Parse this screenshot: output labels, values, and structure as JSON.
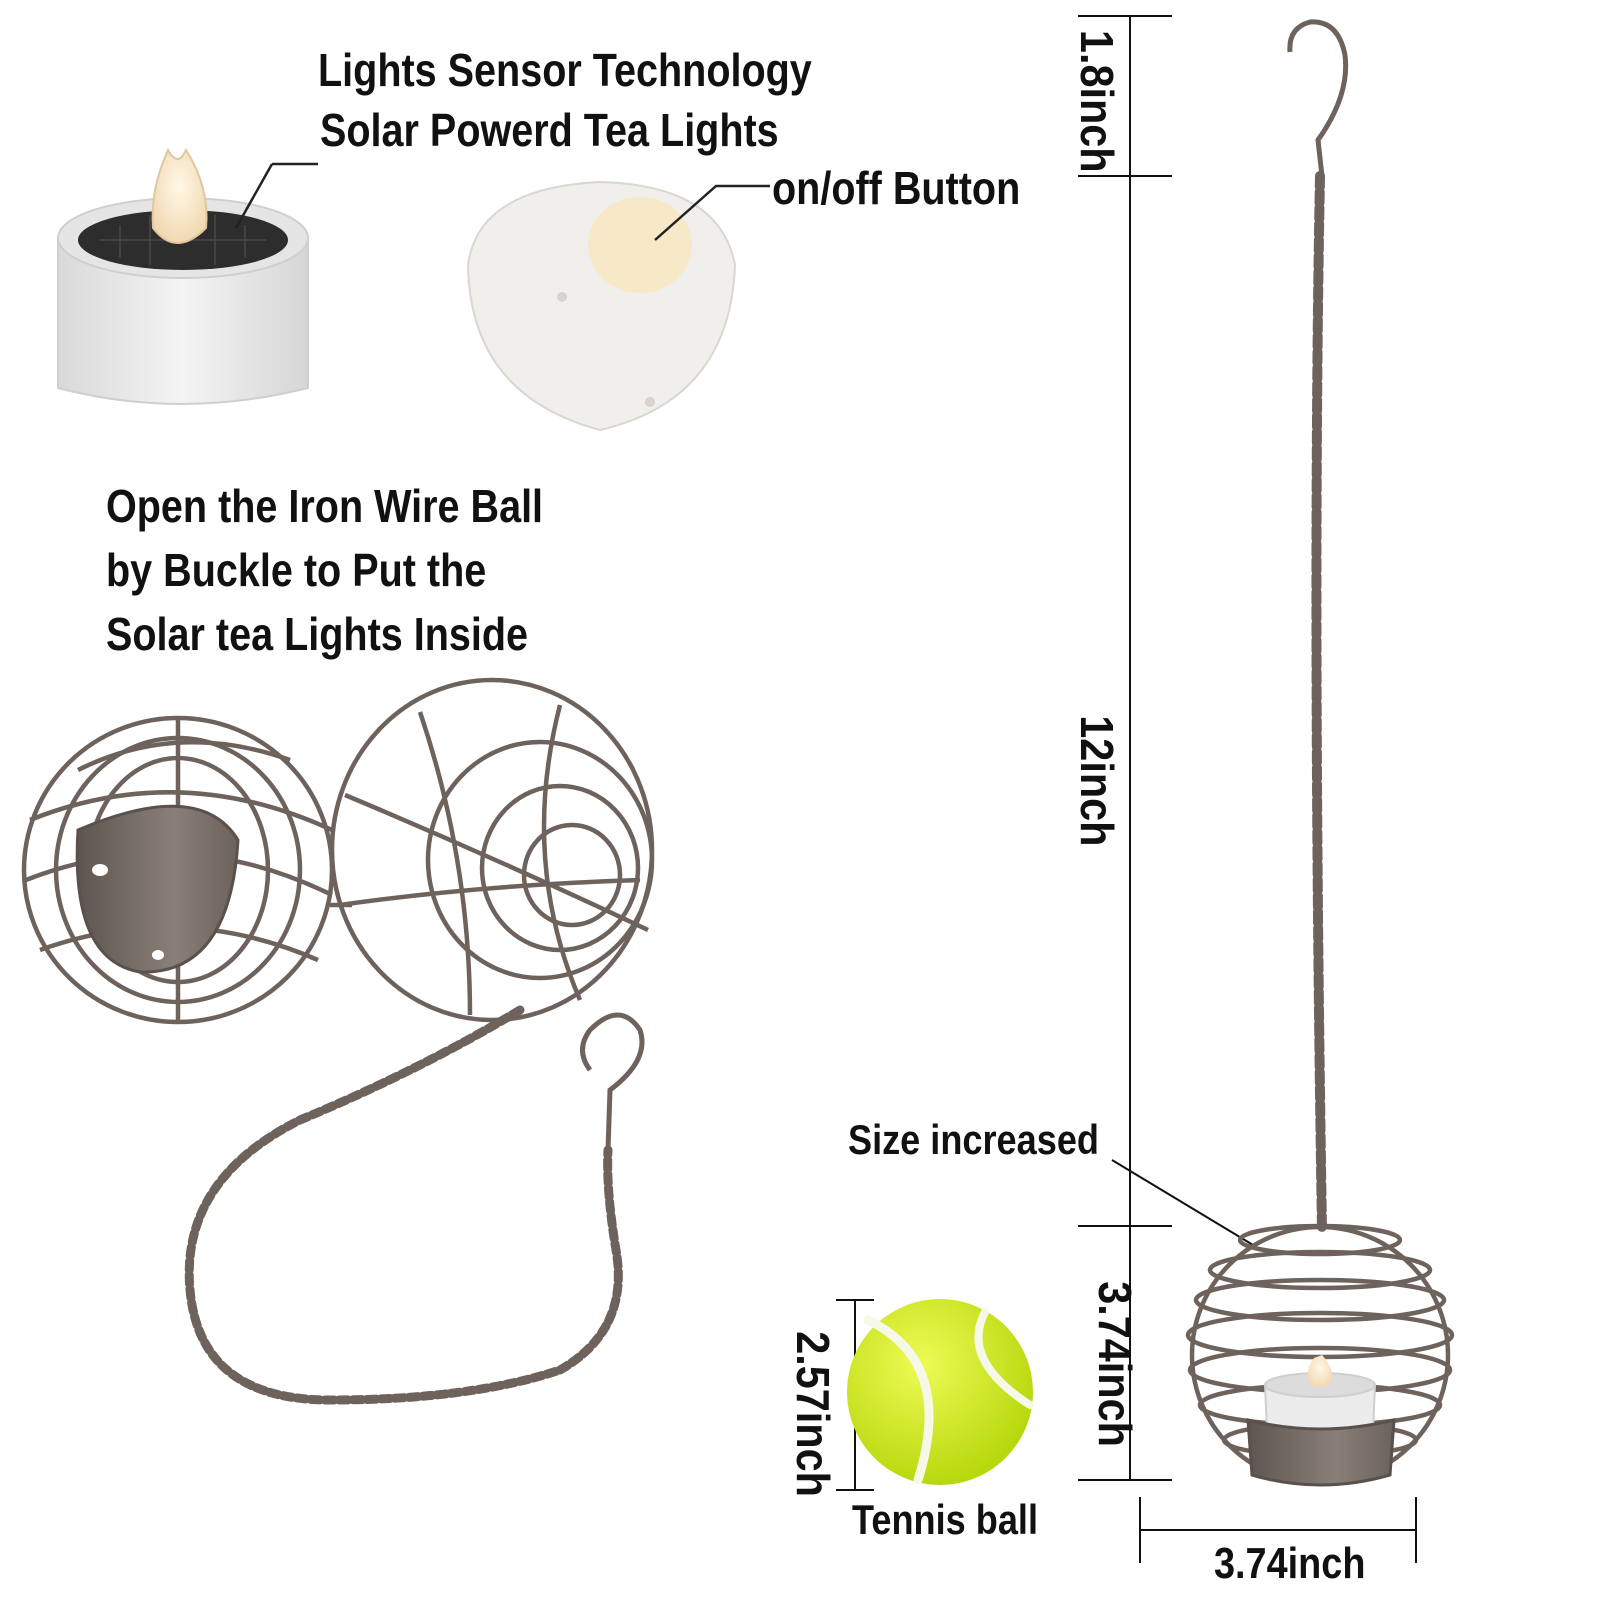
{
  "labels": {
    "sensor_line1": "Lights Sensor Technology",
    "sensor_line2": "Solar Powerd Tea Lights",
    "onoff": "on/off Button",
    "open_line1": "Open the Iron Wire Ball",
    "open_line2": "by Buckle to Put the",
    "open_line3": "Solar tea Lights Inside",
    "size_increased": "Size increased",
    "tennis_ball": "Tennis ball"
  },
  "dimensions": {
    "hook": "1.8inch",
    "chain": "12inch",
    "ball_height": "3.74inch",
    "tennis_height": "2.57inch",
    "ball_width": "3.74inch"
  },
  "colors": {
    "metal": "#6e625c",
    "tennis": "#d4ef1a",
    "tealight": "#ececec"
  }
}
